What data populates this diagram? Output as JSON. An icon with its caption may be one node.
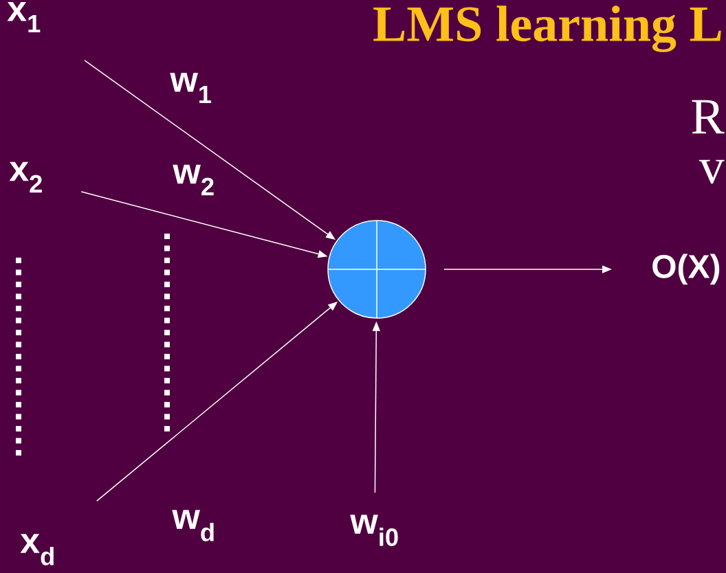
{
  "diagram": {
    "title": "LMS learning L",
    "nodes": [
      {
        "text": [
          "x$_{1}$"
        ]
      },
      {
        "text": [
          "x$_{2}$"
        ]
      },
      {
        "text": [
          "x$_{d}$"
        ]
      },
      {
        "text": [],
        "shape": "circle"
      },
      {
        "text": [
          "O(X)"
        ]
      },
      {
        "text": [
          "w$_{i0}$"
        ]
      }
    ],
    "edges": [
      {
        "from": 0,
        "to": 3,
        "arrow": "to",
        "label": "w$_{1}$"
      },
      {
        "from": 1,
        "to": 3,
        "arrow": "to",
        "label": "w$_{2}$"
      },
      {
        "from": 2,
        "to": 3,
        "arrow": "to",
        "label": "w$_{d}$"
      },
      {
        "from": 5,
        "to": 3,
        "arrow": "to"
      },
      {
        "from": 3,
        "to": 4,
        "arrow": "to"
      }
    ],
    "labels": [
      "R",
      "v"
    ]
  }
}
